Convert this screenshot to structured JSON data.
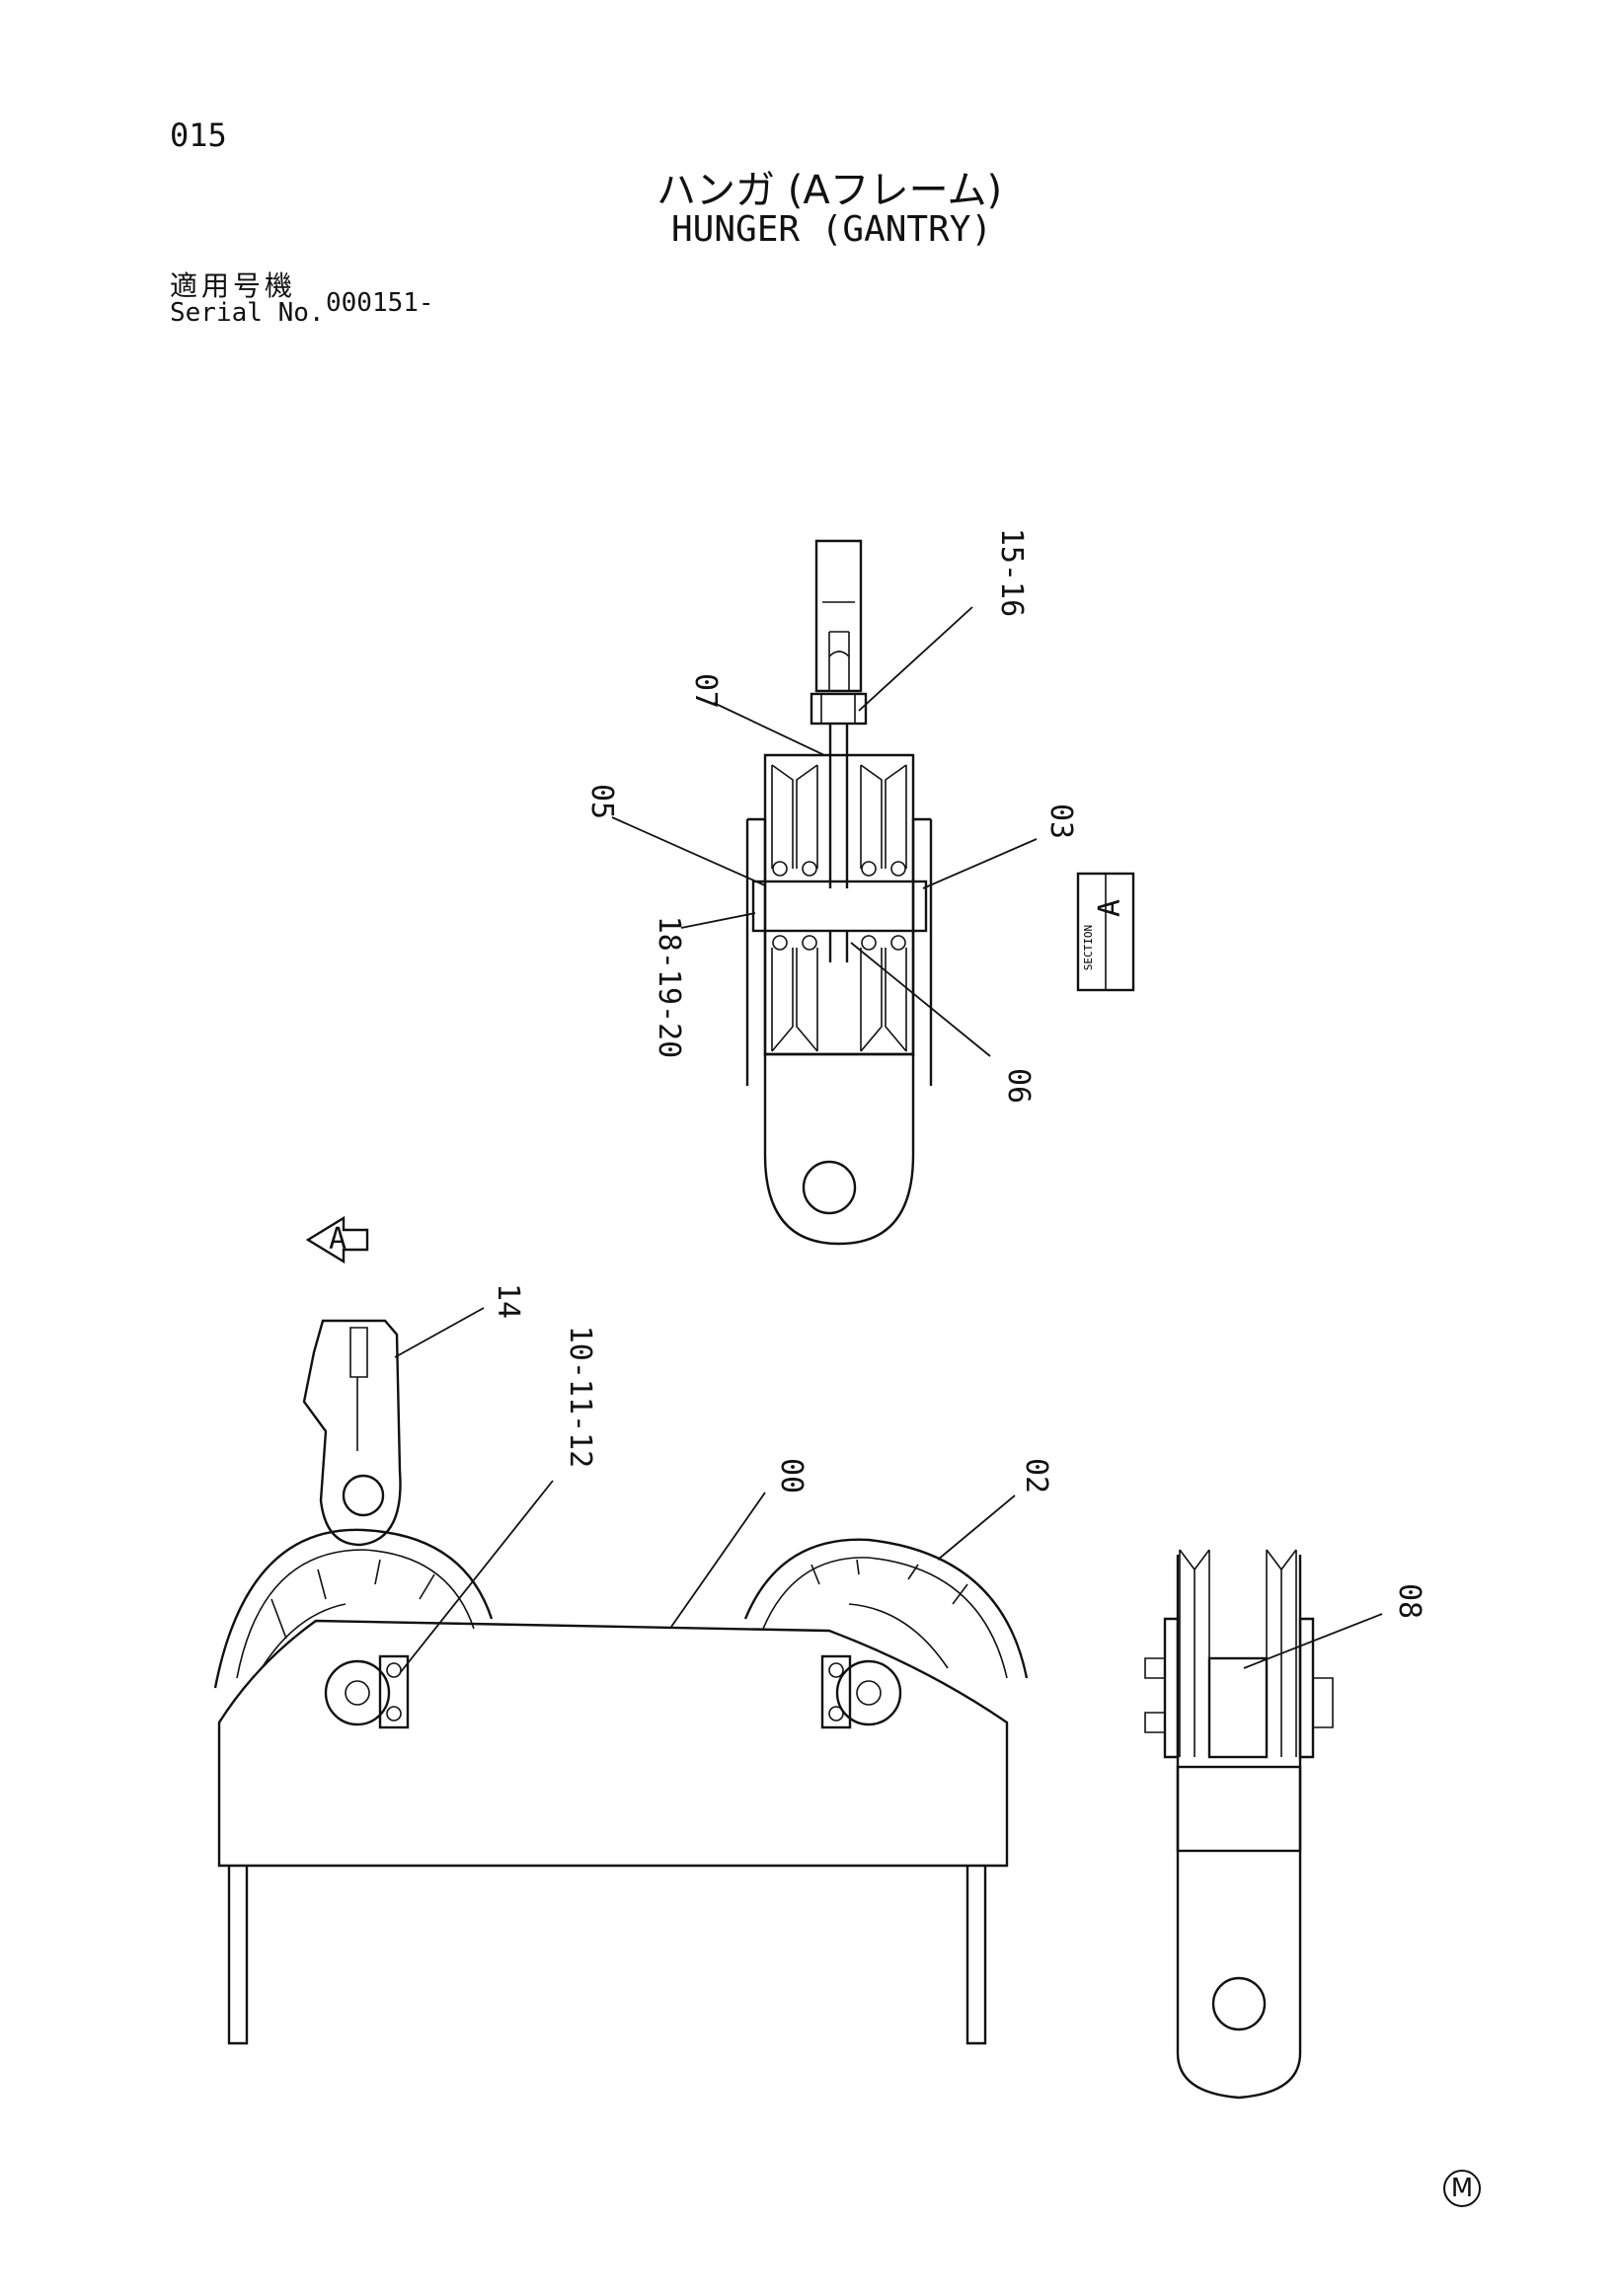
{
  "header": {
    "page_number": "015",
    "title_jp": "ハンガ (Aフレーム)",
    "title_en": "HUNGER (GANTRY)",
    "serial_label_jp": "適用号機",
    "serial_label_en": "Serial No.",
    "serial_value": "000151-"
  },
  "section_view": {
    "label": "A",
    "caption": "SECTION"
  },
  "view_arrow_label": "A",
  "part_labels": {
    "p15_16": "15-16",
    "p07": "07",
    "p05": "05",
    "p03": "03",
    "p18_19_20": "18-19-20",
    "p06": "06",
    "p14": "14",
    "p10_11_12": "10-11-12",
    "p00": "00",
    "p02": "02",
    "p08": "08"
  },
  "footer_mark": "M"
}
